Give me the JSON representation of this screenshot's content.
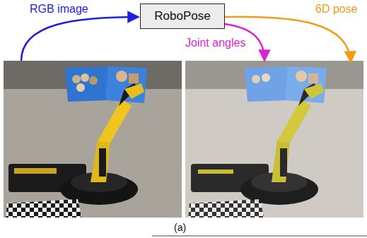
{
  "diagram": {
    "nodes": [
      {
        "text": [
          "RoboPose"
        ]
      }
    ],
    "labels": [
      "RGB image",
      "Joint angles",
      "6D pose",
      "(a)"
    ]
  }
}
